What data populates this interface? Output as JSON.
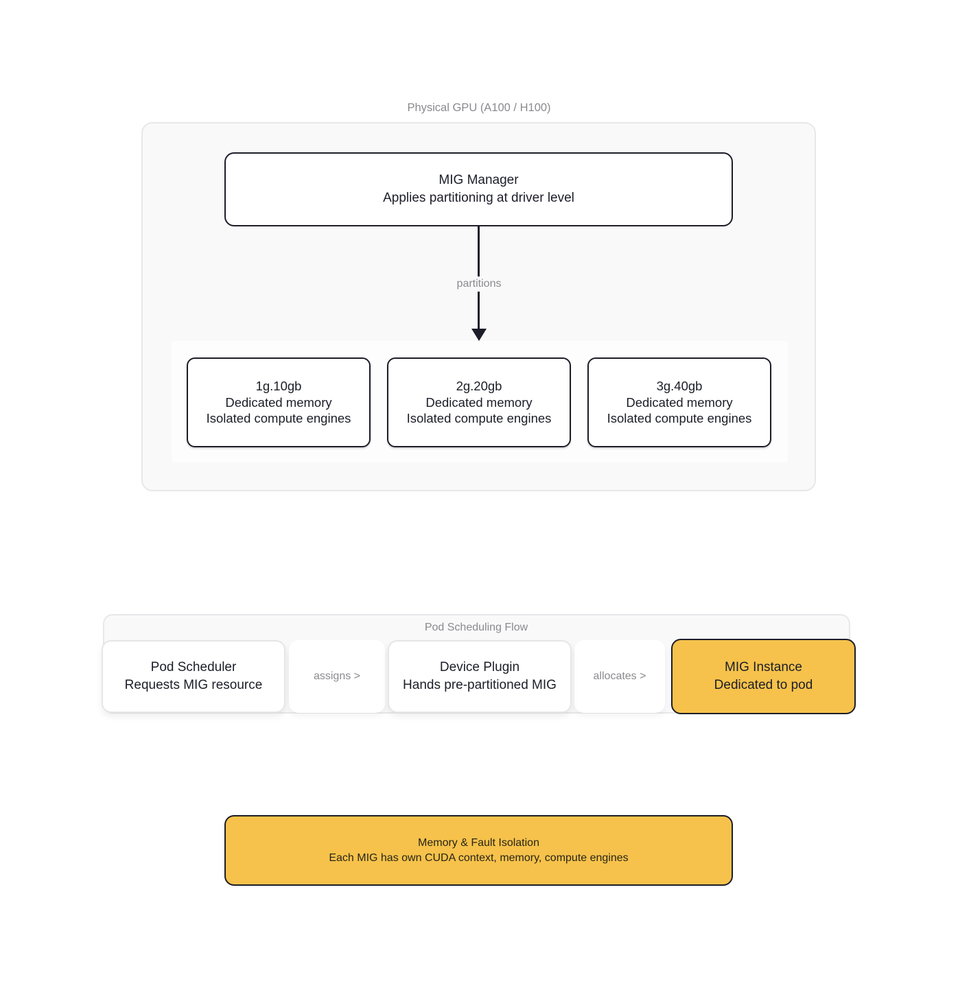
{
  "colors": {
    "accent_yellow": "#F6C24B",
    "outline_dark": "#1C1D28",
    "muted_text": "#8A8A8E",
    "container_bg": "#F9F9FA",
    "container_border": "#E8E8EA"
  },
  "physical_gpu": {
    "title": "Physical GPU (A100 / H100)",
    "mig_manager": {
      "title": "MIG Manager",
      "subtitle": "Applies partitioning at driver level"
    },
    "arrow_label": "partitions",
    "instances": [
      {
        "name": "1g.10gb",
        "line1": "Dedicated memory",
        "line2": "Isolated compute engines"
      },
      {
        "name": "2g.20gb",
        "line1": "Dedicated memory",
        "line2": "Isolated compute engines"
      },
      {
        "name": "3g.40gb",
        "line1": "Dedicated memory",
        "line2": "Isolated compute engines"
      }
    ]
  },
  "pod_flow": {
    "title": "Pod Scheduling Flow",
    "pod_scheduler": {
      "title": "Pod Scheduler",
      "subtitle": "Requests MIG resource"
    },
    "edge_assigns": "assigns >",
    "device_plugin": {
      "title": "Device Plugin",
      "subtitle": "Hands pre-partitioned MIG"
    },
    "edge_allocates": "allocates >",
    "mig_instance": {
      "title": "MIG Instance",
      "subtitle": "Dedicated to pod"
    }
  },
  "isolation": {
    "title": "Memory & Fault Isolation",
    "subtitle": "Each MIG has own CUDA context, memory, compute engines"
  }
}
